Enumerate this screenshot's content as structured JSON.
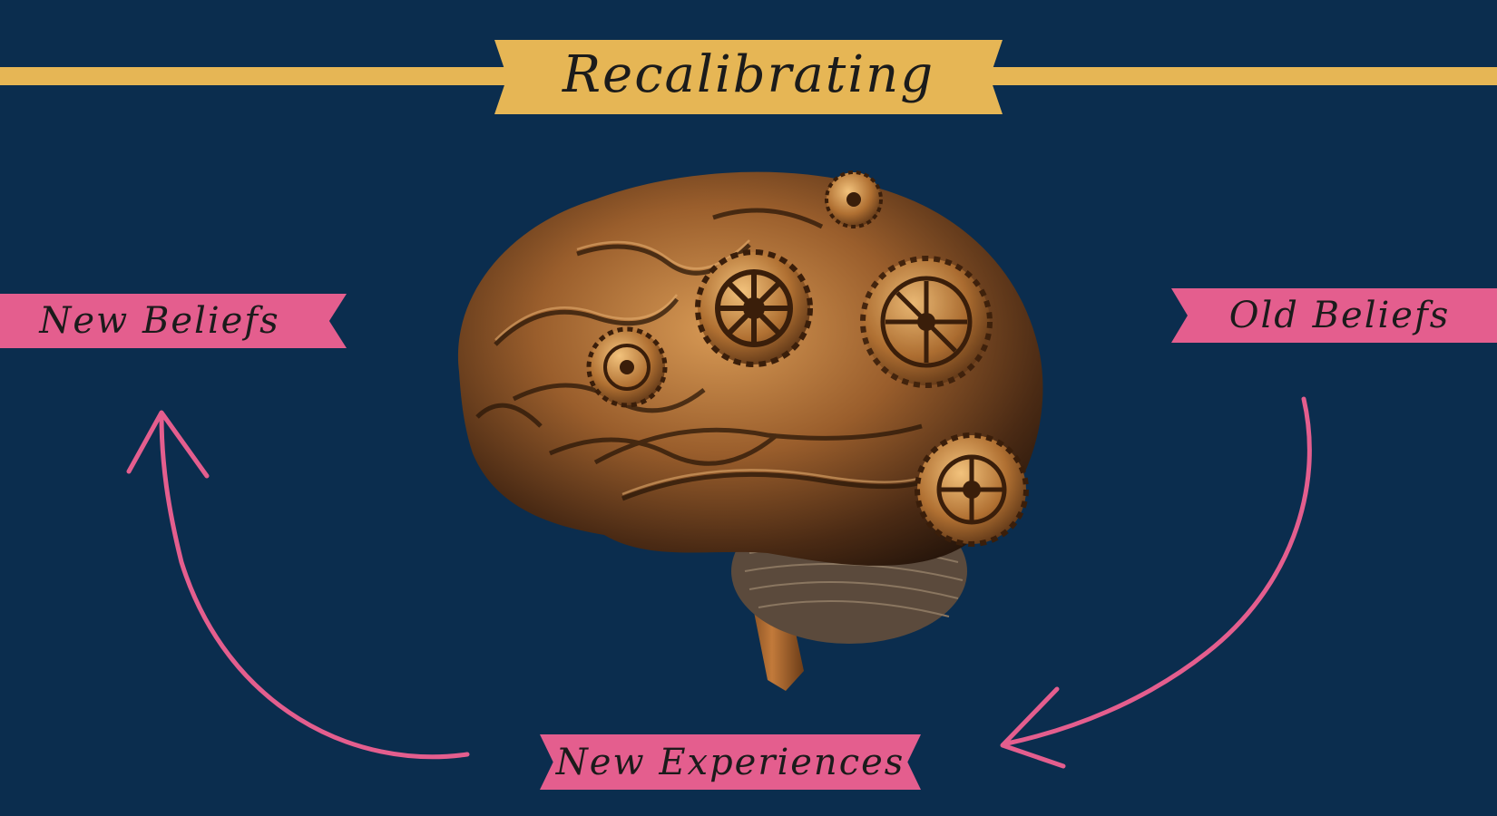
{
  "title": "Recalibrating",
  "labels": {
    "new_beliefs": "New Beliefs",
    "old_beliefs": "Old Beliefs",
    "new_experiences": "New Experiences"
  },
  "image": {
    "subject": "mechanical brain with bronze gears"
  },
  "colors": {
    "background": "#0b2d4e",
    "title_banner": "#e6b655",
    "label_banner": "#e45e8e",
    "arrow": "#e45e8e",
    "text": "#1b1b1b"
  },
  "icons": {
    "cycle_arrows": [
      "curved-arrow-up-left",
      "curved-arrow-down-left"
    ]
  }
}
